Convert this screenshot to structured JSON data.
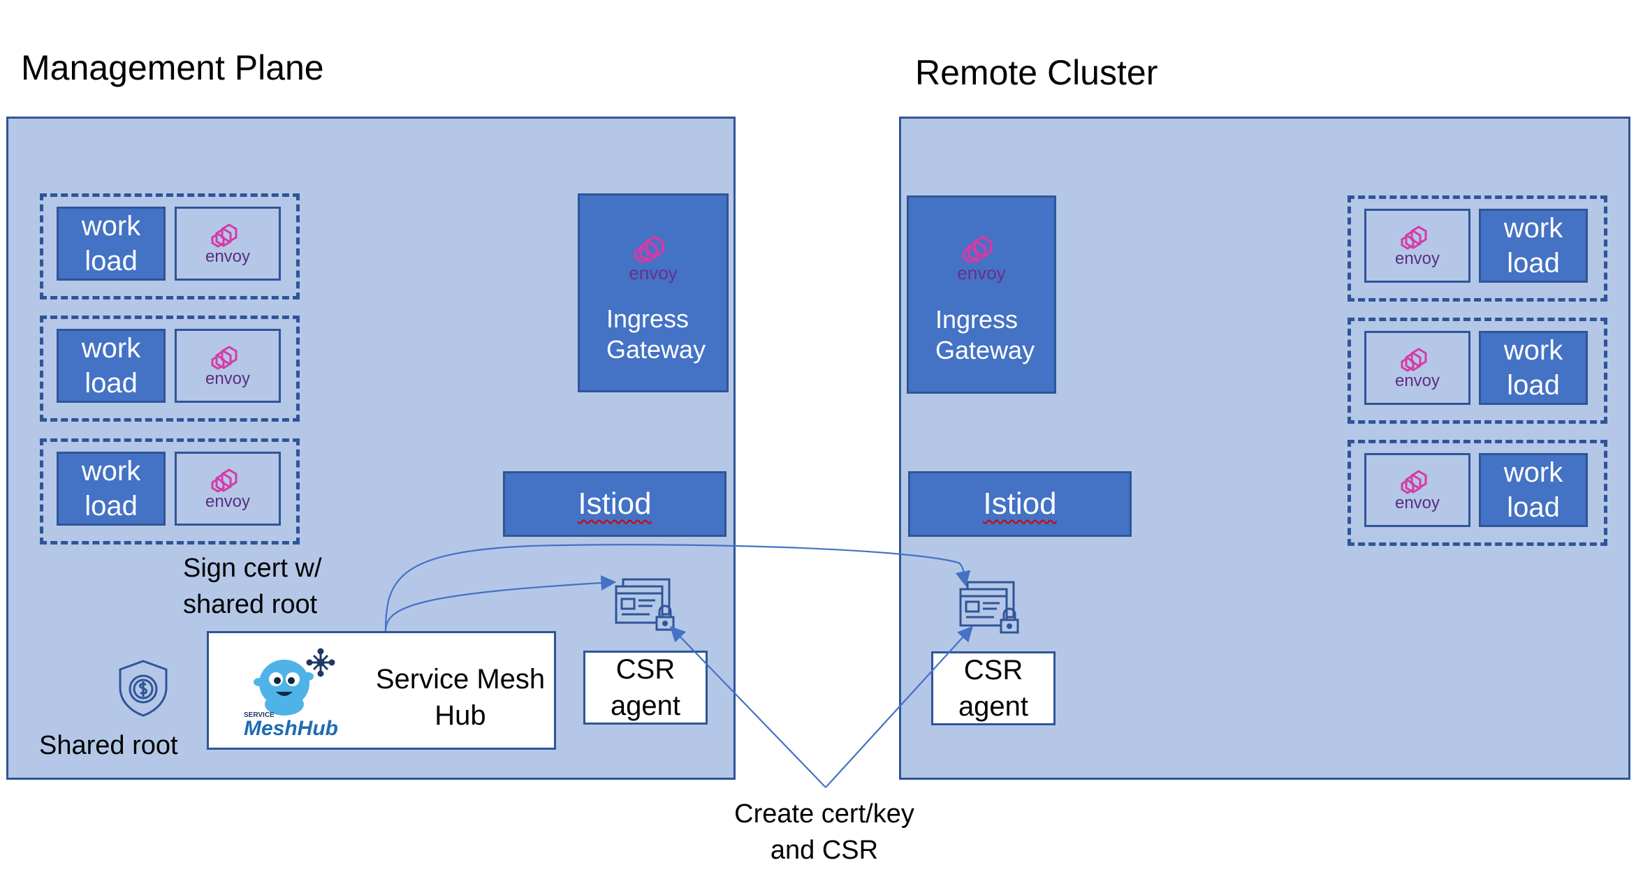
{
  "titles": {
    "management_plane": "Management Plane",
    "remote_cluster": "Remote Cluster"
  },
  "workload": {
    "line1": "work",
    "line2": "load"
  },
  "envoy": {
    "text": "envoy",
    "icon": "envoy-logo-icon"
  },
  "gateway": {
    "line1": "Ingress",
    "line2": "Gateway"
  },
  "istiod": "Istiod",
  "csr_agent": {
    "line1": "CSR",
    "line2": "agent"
  },
  "service_mesh_hub": {
    "line1": "Service Mesh",
    "line2": "Hub",
    "logo_top": "SERVICE",
    "logo_bottom": "MeshHub"
  },
  "notes": {
    "sign_cert_line1": "Sign cert w/",
    "sign_cert_line2": "shared root",
    "shared_root": "Shared root",
    "create_line1": "Create cert/key",
    "create_line2": "and CSR"
  },
  "colors": {
    "panel_fill": "#b4c7e7",
    "box_fill": "#4472c4",
    "border": "#2f5597",
    "envoy_magenta": "#d63aa6",
    "envoy_text": "#5b2d82"
  }
}
